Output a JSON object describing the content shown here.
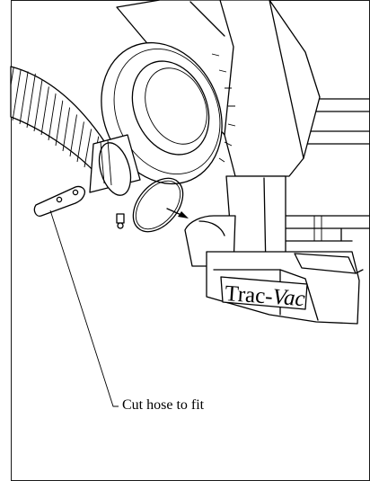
{
  "callout": {
    "label": "Cut hose to fit"
  },
  "logo": {
    "text_upright": "Trac-",
    "text_italic": "Vac"
  },
  "colors": {
    "ink": "#000000",
    "paper": "#ffffff"
  }
}
